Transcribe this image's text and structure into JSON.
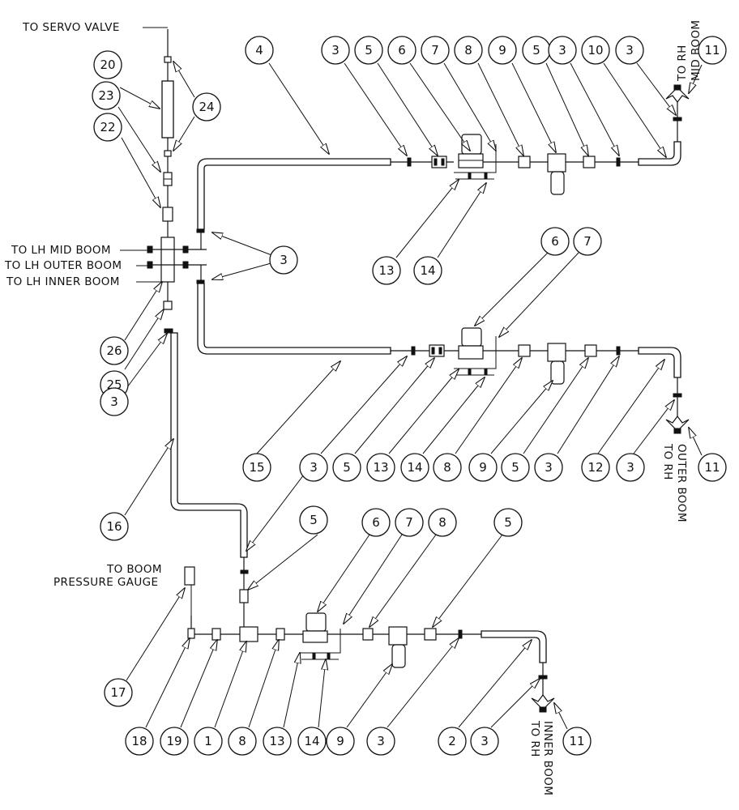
{
  "diagram": {
    "labels": {
      "to_servo_valve": "TO SERVO VALVE",
      "to_lh_mid_boom": "TO LH MID BOOM",
      "to_lh_outer_boom": "TO LH OUTER BOOM",
      "to_lh_inner_boom": "TO LH INNER BOOM",
      "to_rh_mid_boom": [
        "TO RH",
        "MID BOOM"
      ],
      "to_rh_outer_boom": [
        "TO RH",
        "OUTER BOOM"
      ],
      "to_rh_inner_boom": [
        "TO RH",
        "INNER BOOM"
      ],
      "to_boom_pressure_gauge": [
        "TO BOOM",
        "PRESSURE GAUGE"
      ]
    },
    "callouts": {
      "n20": "20",
      "n23": "23",
      "n22": "22",
      "n24": "24",
      "n26": "26",
      "n25": "25",
      "n3_left": "3",
      "n3_tees": "3",
      "n16": "16",
      "n17": "17",
      "n18": "18",
      "n19": "19",
      "top_4": "4",
      "top_3a": "3",
      "top_5a": "5",
      "top_6": "6",
      "top_7": "7",
      "top_8": "8",
      "top_9": "9",
      "top_5b": "5",
      "top_3b": "3",
      "top_10": "10",
      "top_3c": "3",
      "top_11": "11",
      "top_13": "13",
      "top_14": "14",
      "mid_6": "6",
      "mid_7": "7",
      "mid_15": "15",
      "mid_3a": "3",
      "mid_5a": "5",
      "mid_13": "13",
      "mid_14": "14",
      "mid_8": "8",
      "mid_9": "9",
      "mid_5b": "5",
      "mid_3b": "3",
      "mid_12": "12",
      "mid_3c": "3",
      "mid_11": "11",
      "bot_5top": "5",
      "bot_6": "6",
      "bot_7": "7",
      "bot_8top": "8",
      "bot_5r": "5",
      "bot_1": "1",
      "bot_8": "8",
      "bot_13": "13",
      "bot_14": "14",
      "bot_9": "9",
      "bot_3": "3",
      "bot_2": "2",
      "bot_3r": "3",
      "bot_11": "11"
    }
  }
}
